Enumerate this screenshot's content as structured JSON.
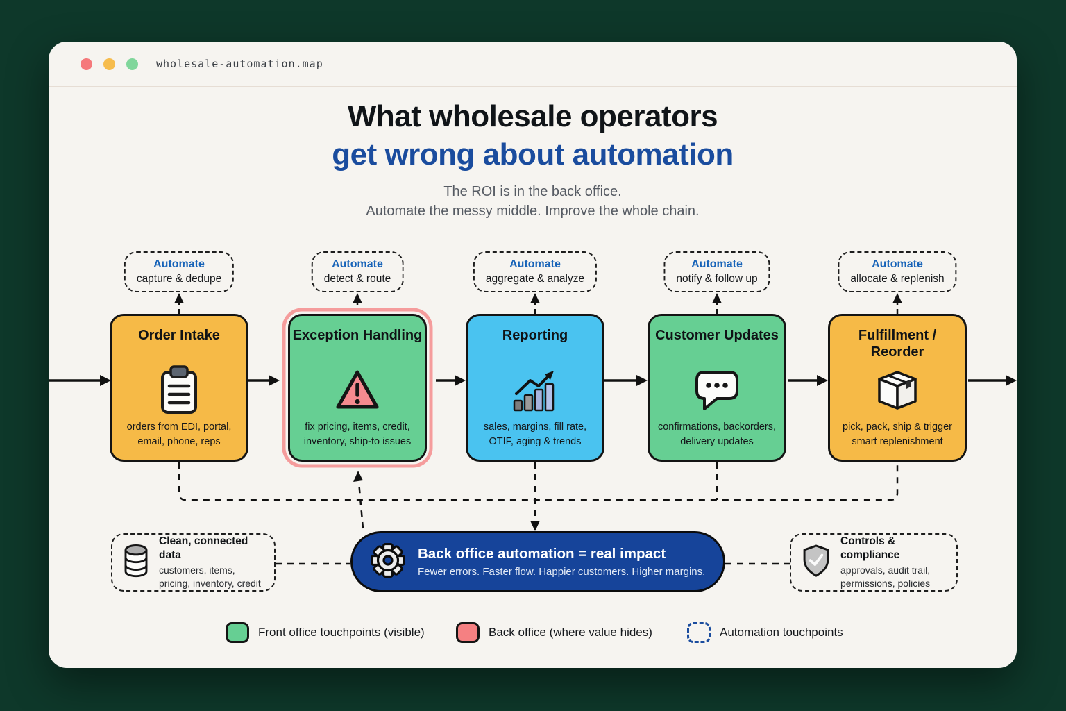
{
  "window": {
    "title": "wholesale-automation.map"
  },
  "header": {
    "title_line1": "What wholesale operators",
    "title_line2": "get wrong about automation",
    "subtitle_line1": "The ROI is in the back office.",
    "subtitle_line2": "Automate the messy middle. Improve the whole chain."
  },
  "flow": {
    "automate_label": "Automate"
  },
  "stages": [
    {
      "automate_action": "capture & dedupe",
      "title": "Order Intake",
      "description": "orders from EDI, portal, email, phone, reps",
      "color": "#F6BA47",
      "icon": "clipboard-icon",
      "highlighted": false
    },
    {
      "automate_action": "detect & route",
      "title": "Exception Handling",
      "description": "fix pricing, items, credit, inventory, ship-to issues",
      "color": "#66CF93",
      "icon": "warning-icon",
      "highlighted": true
    },
    {
      "automate_action": "aggregate & analyze",
      "title": "Reporting",
      "description": "sales, margins, fill rate, OTIF, aging & trends",
      "color": "#4AC3F0",
      "icon": "bar-chart-icon",
      "highlighted": false
    },
    {
      "automate_action": "notify & follow up",
      "title": "Customer Updates",
      "description": "confirmations, backorders, delivery updates",
      "color": "#66CF93",
      "icon": "chat-bubble-icon",
      "highlighted": false
    },
    {
      "automate_action": "allocate & replenish",
      "title": "Fulfillment / Reorder",
      "description": "pick, pack, ship & trigger smart replenishment",
      "color": "#F6BA47",
      "icon": "package-icon",
      "highlighted": false
    }
  ],
  "foundations": {
    "data": {
      "title": "Clean, connected data",
      "description": "customers, items, pricing, inventory, credit",
      "icon": "database-icon"
    },
    "impact": {
      "title": "Back office automation = real impact",
      "subtitle": "Fewer errors. Faster flow. Happier customers. Higher margins.",
      "icon": "gear-icon",
      "color": "#16449A"
    },
    "compliance": {
      "title": "Controls & compliance",
      "description": "approvals, audit trail, permissions, policies",
      "icon": "shield-icon"
    }
  },
  "legend": {
    "items": [
      {
        "label": "Front office touchpoints (visible)",
        "swatch": "green",
        "color": "#66CF93"
      },
      {
        "label": "Back office (where value hides)",
        "swatch": "pink",
        "color": "#F58082"
      },
      {
        "label": "Automation touchpoints",
        "swatch": "dashed",
        "color": "#1A4C9E"
      }
    ]
  },
  "colors": {
    "background": "#0E382A",
    "card": "#F6F4F0",
    "ink": "#141414",
    "accent_blue": "#1A4C9E",
    "automate_blue": "#1763B8",
    "navy": "#16449A",
    "orange": "#F6BA47",
    "green": "#66CF93",
    "sky": "#4AC3F0",
    "pink": "#F58082",
    "highlight_ring": "#F59C9C"
  }
}
